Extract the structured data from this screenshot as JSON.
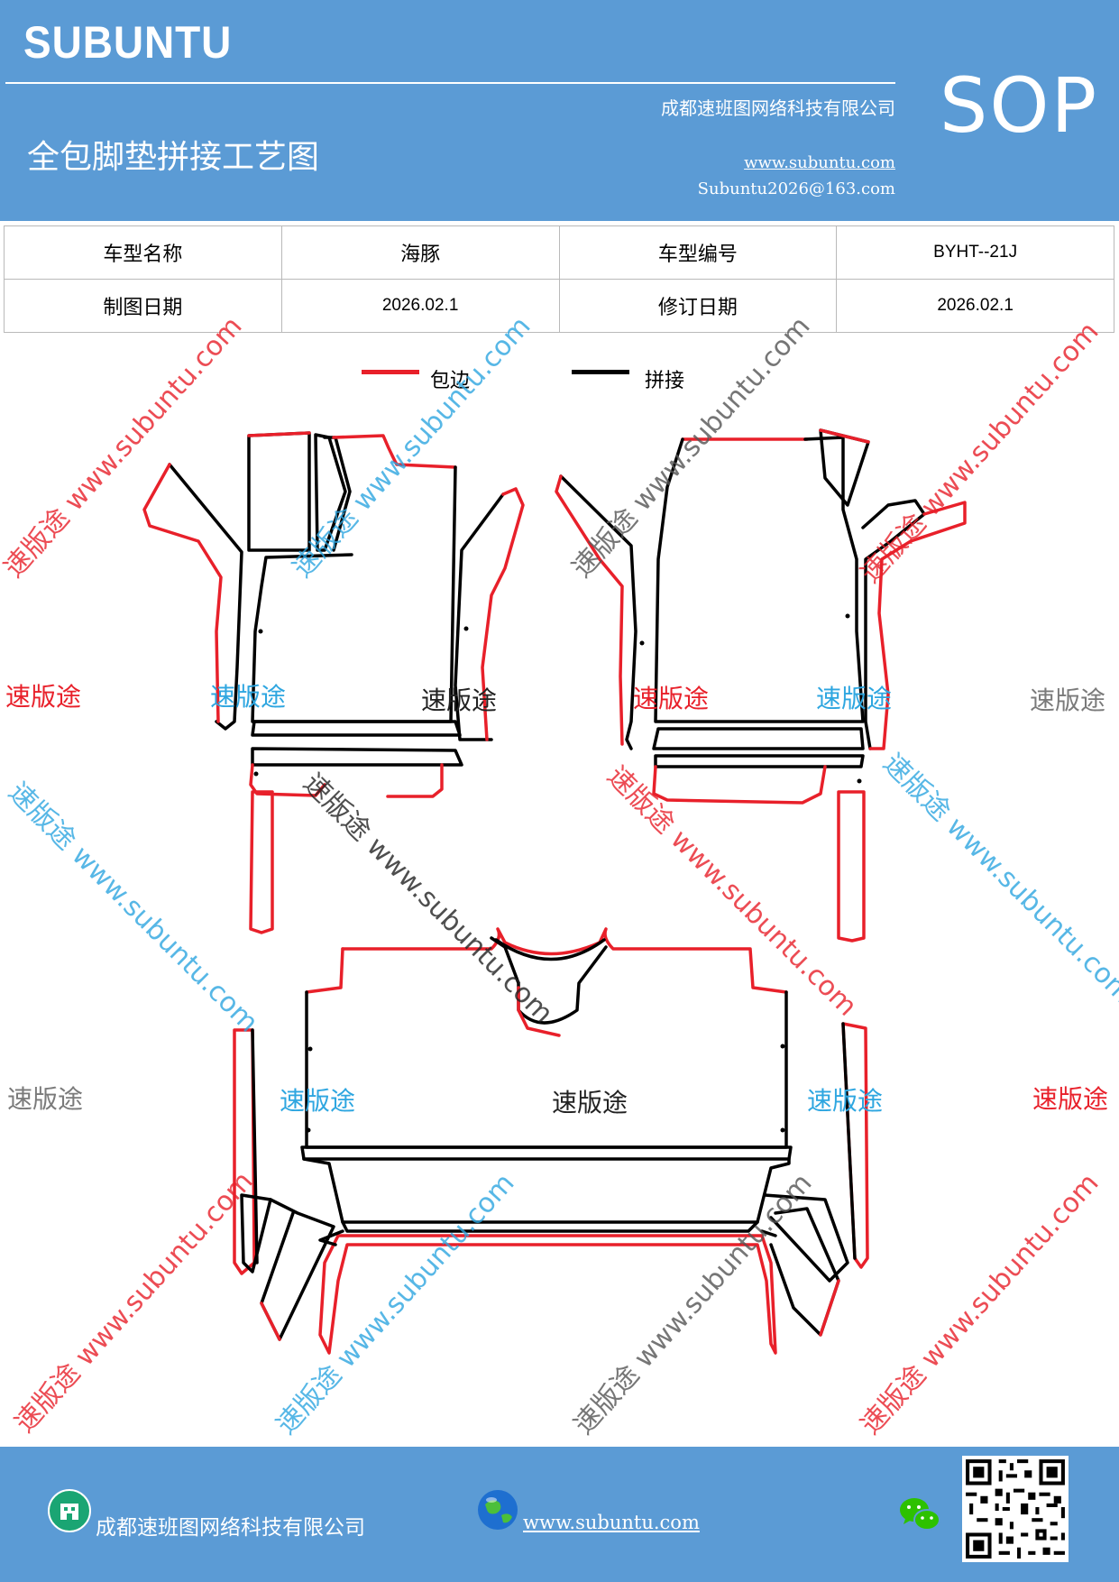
{
  "header": {
    "brand": "SUBUNTU",
    "title": "全包脚垫拼接工艺图",
    "company": "成都速班图网络科技有限公司",
    "website": "www.subuntu.com",
    "email": "Subuntu2026@163.com",
    "badge": "SOP"
  },
  "info_table": {
    "rows": [
      {
        "label1": "车型名称",
        "value1": "海豚",
        "label2": "车型编号",
        "value2": "BYHT--21J"
      },
      {
        "label1": "制图日期",
        "value1": "2026.02.1",
        "label2": "修订日期",
        "value2": "2026.02.1"
      }
    ]
  },
  "legend": {
    "edge_label": "包边",
    "edge_color": "#e8202a",
    "seam_label": "拼接",
    "seam_color": "#000000"
  },
  "watermarks": {
    "brand_text": "速版途",
    "url_text": "速版途 www.subuntu.com",
    "colors": {
      "red": "#e8202a",
      "blue": "#2ea6e0",
      "gray": "#7a7a7a",
      "black": "#222222"
    }
  },
  "footer": {
    "company": "成都速班图网络科技有限公司",
    "website": "www.subuntu.com "
  }
}
